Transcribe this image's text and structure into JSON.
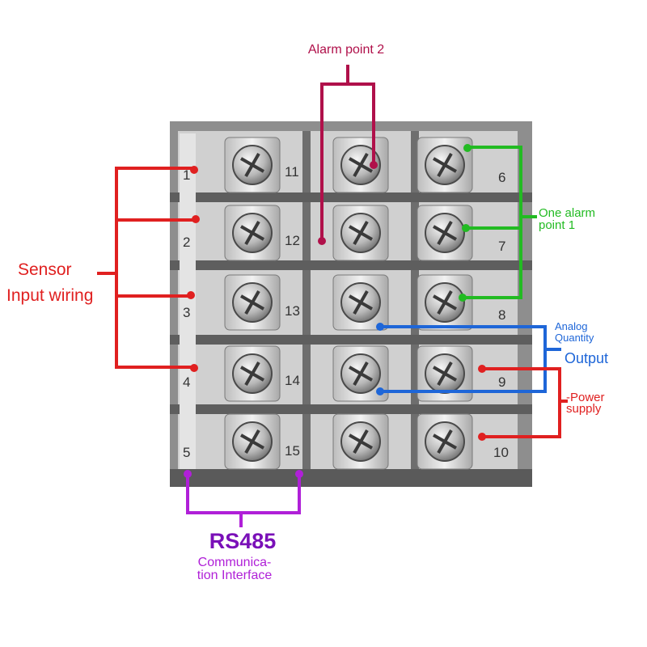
{
  "labels": {
    "alarm_point_2": "Alarm point 2",
    "one_alarm_point_1_line1": "One alarm",
    "one_alarm_point_1_line2": "point 1",
    "sensor_line1": "Sensor",
    "sensor_line2": "Input wiring",
    "analog_line1": "Analog",
    "analog_line2": "Quantity",
    "output": "Output",
    "power_line1": "-Power",
    "power_line2": "supply",
    "rs485": "RS485",
    "comm_line1": "Communica-",
    "comm_line2": "tion Interface"
  },
  "terminals": {
    "t1": "1",
    "t2": "2",
    "t3": "3",
    "t4": "4",
    "t5": "5",
    "t6": "6",
    "t7": "7",
    "t8": "8",
    "t9": "9",
    "t10": "10",
    "t11": "11",
    "t12": "12",
    "t13": "13",
    "t14": "14",
    "t15": "15"
  },
  "colors": {
    "sensor": "#e02020",
    "alarm2": "#b0104a",
    "alarm1": "#22bb22",
    "analog": "#1e66d8",
    "power": "#e02020",
    "rs485": "#b020d8",
    "rs485_text": "#7a10b8"
  }
}
